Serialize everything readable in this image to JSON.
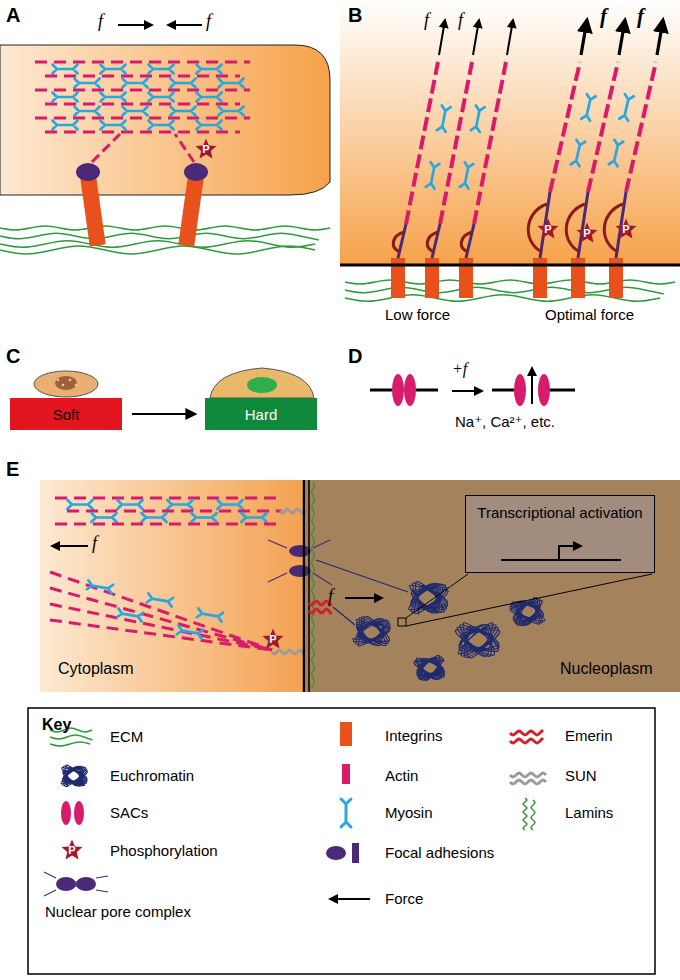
{
  "diagram": {
    "nodes": [
      {
        "text": [
          "P"
        ]
      },
      {
        "text": [
          "P"
        ]
      },
      {
        "text": [
          "P"
        ]
      },
      {
        "text": [
          "P"
        ]
      },
      {
        "text": [
          "Soft"
        ]
      },
      {
        "text": [
          "Hard"
        ]
      },
      {
        "text": [
          "P"
        ]
      },
      {
        "text": [
          "Transcriptional activation"
        ]
      },
      {
        "text": [
          "P"
        ]
      }
    ],
    "edges": [
      {
        "from": 4,
        "to": 5,
        "arrow": "to"
      }
    ],
    "labels": [
      "A",
      "f",
      "f",
      "B",
      "f",
      "f",
      "f",
      "f",
      "Low force",
      "Optimal force",
      "C",
      "D",
      "+f",
      "Na⁺, Ca²⁺, etc.",
      "E",
      "f",
      "Cytoplasm",
      "f",
      "Nucleoplasm",
      "Key"
    ],
    "legend": [
      {
        "text": "ECM"
      },
      {
        "text": "Euchromatin"
      },
      {
        "text": "SACs"
      },
      {
        "text": "Phosphorylation"
      },
      {
        "text": "Nuclear pore complex"
      },
      {
        "text": "Integrins"
      },
      {
        "text": "Actin"
      },
      {
        "text": "Myosin"
      },
      {
        "text": "Focal adhesions"
      },
      {
        "text": "Force"
      },
      {
        "text": "Emerin"
      },
      {
        "text": "SUN"
      },
      {
        "text": "Lamins"
      }
    ]
  }
}
